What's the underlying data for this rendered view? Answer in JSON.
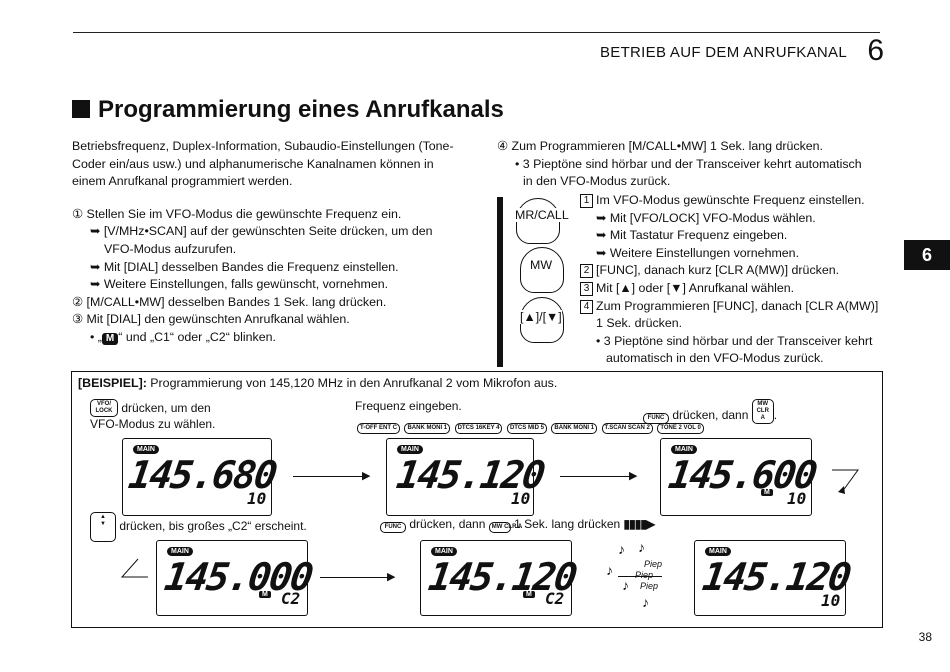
{
  "header": {
    "section_title": "BETRIEB AUF DEM ANRUFKANAL",
    "section_number": "6"
  },
  "side_tab": "6",
  "title": "Programmierung eines Anrufkanals",
  "intro": [
    "Betriebsfrequenz, Duplex-Information, Subaudio-Einstellungen (Tone-",
    "Coder ein/aus usw.) und alphanumerische Kanalnamen können in",
    "einem Anrufkanal programmiert werden."
  ],
  "left_steps": {
    "s1": "① Stellen Sie im VFO-Modus die gewünschte Frequenz ein.",
    "s1a1": "➥ [V/MHz•SCAN] auf der gewünschten Seite drücken, um den",
    "s1a2": "VFO-Modus aufzurufen.",
    "s1b": "➥ Mit [DIAL] desselben Bandes die Frequenz einstellen.",
    "s1c": "➥ Weitere Einstellungen, falls gewünscht, vornehmen.",
    "s2": "② [M/CALL•MW] desselben Bandes 1 Sek. lang drücken.",
    "s3": "③ Mit [DIAL] den gewünschten Anrufkanal wählen.",
    "s3a_pre": "• „",
    "s3a_m": "M",
    "s3a_post": "“ und „C1“ oder „C2“ blinken."
  },
  "right_steps": {
    "s4": "④ Zum Programmieren [M/CALL•MW] 1 Sek. lang drücken.",
    "s4a1": "• 3 Pieptöne sind hörbar und der Transceiver kehrt automatisch",
    "s4a2": "in den VFO-Modus zurück.",
    "m1": "Im VFO-Modus gewünschte Frequenz einstellen.",
    "m1a": "➥ Mit [VFO/LOCK] VFO-Modus wählen.",
    "m1b": "➥ Mit Tastatur Frequenz eingeben.",
    "m1c": "➥ Weitere Einstellungen vornehmen.",
    "m2": "[FUNC], danach kurz [CLR A(MW)] drücken.",
    "m3": "Mit [▲] oder [▼] Anrufkanal wählen.",
    "m4a": "Zum Programmieren [FUNC], danach [CLR A(MW)]",
    "m4b": "1 Sek. drücken.",
    "m4c1": "• 3 Pieptöne sind hörbar und der Transceiver kehrt",
    "m4c2": "automatisch in den VFO-Modus zurück.",
    "n1": "1",
    "n2": "2",
    "n3": "3",
    "n4": "4"
  },
  "mic_labels": {
    "mrcall": "MR/CALL",
    "mw": "MW",
    "updown": "[▲]/[▼]"
  },
  "example": {
    "head_bold": "[BEISPIEL]:",
    "head_text": " Programmierung von 145,120 MHz in den Anrufkanal 2 vom Mikrofon aus.",
    "step1a": "drücken, um den",
    "step1b": "VFO-Modus zu wählen.",
    "step2": "Frequenz eingeben.",
    "step3a": "drücken, dann",
    "step3b": ".",
    "step4": "drücken, bis großes „C2“ erscheint.",
    "step5a": "drücken, dann",
    "step5b": "1 Sek. lang drücken",
    "piep": "Piep",
    "keys": {
      "vfo": "VFO/ LOCK",
      "func": "FUNC",
      "mw_clr": "MW CLR A",
      "toff": "T-OFF ENT C",
      "bank1": "BANK MONI 1",
      "dtcs": "DTCS 16KEY 4",
      "dtcs2": "DTCS MID 5",
      "bank2": "BANK MONI 1",
      "tscan": "T.SCAN SCAN 2",
      "tone": "TONE 2 VOL 0"
    },
    "lcd": {
      "main": "MAIN",
      "d1": "145.680",
      "d1ch": "10",
      "d2": "145.120",
      "d2ch": "10",
      "d3": "145.600",
      "d3ch": "10",
      "d4": "145.000",
      "d4ch": "C2",
      "d5": "145.120",
      "d5ch": "C2",
      "d6": "145.120",
      "d6ch": "10",
      "m": "M"
    }
  },
  "page_number": "38"
}
